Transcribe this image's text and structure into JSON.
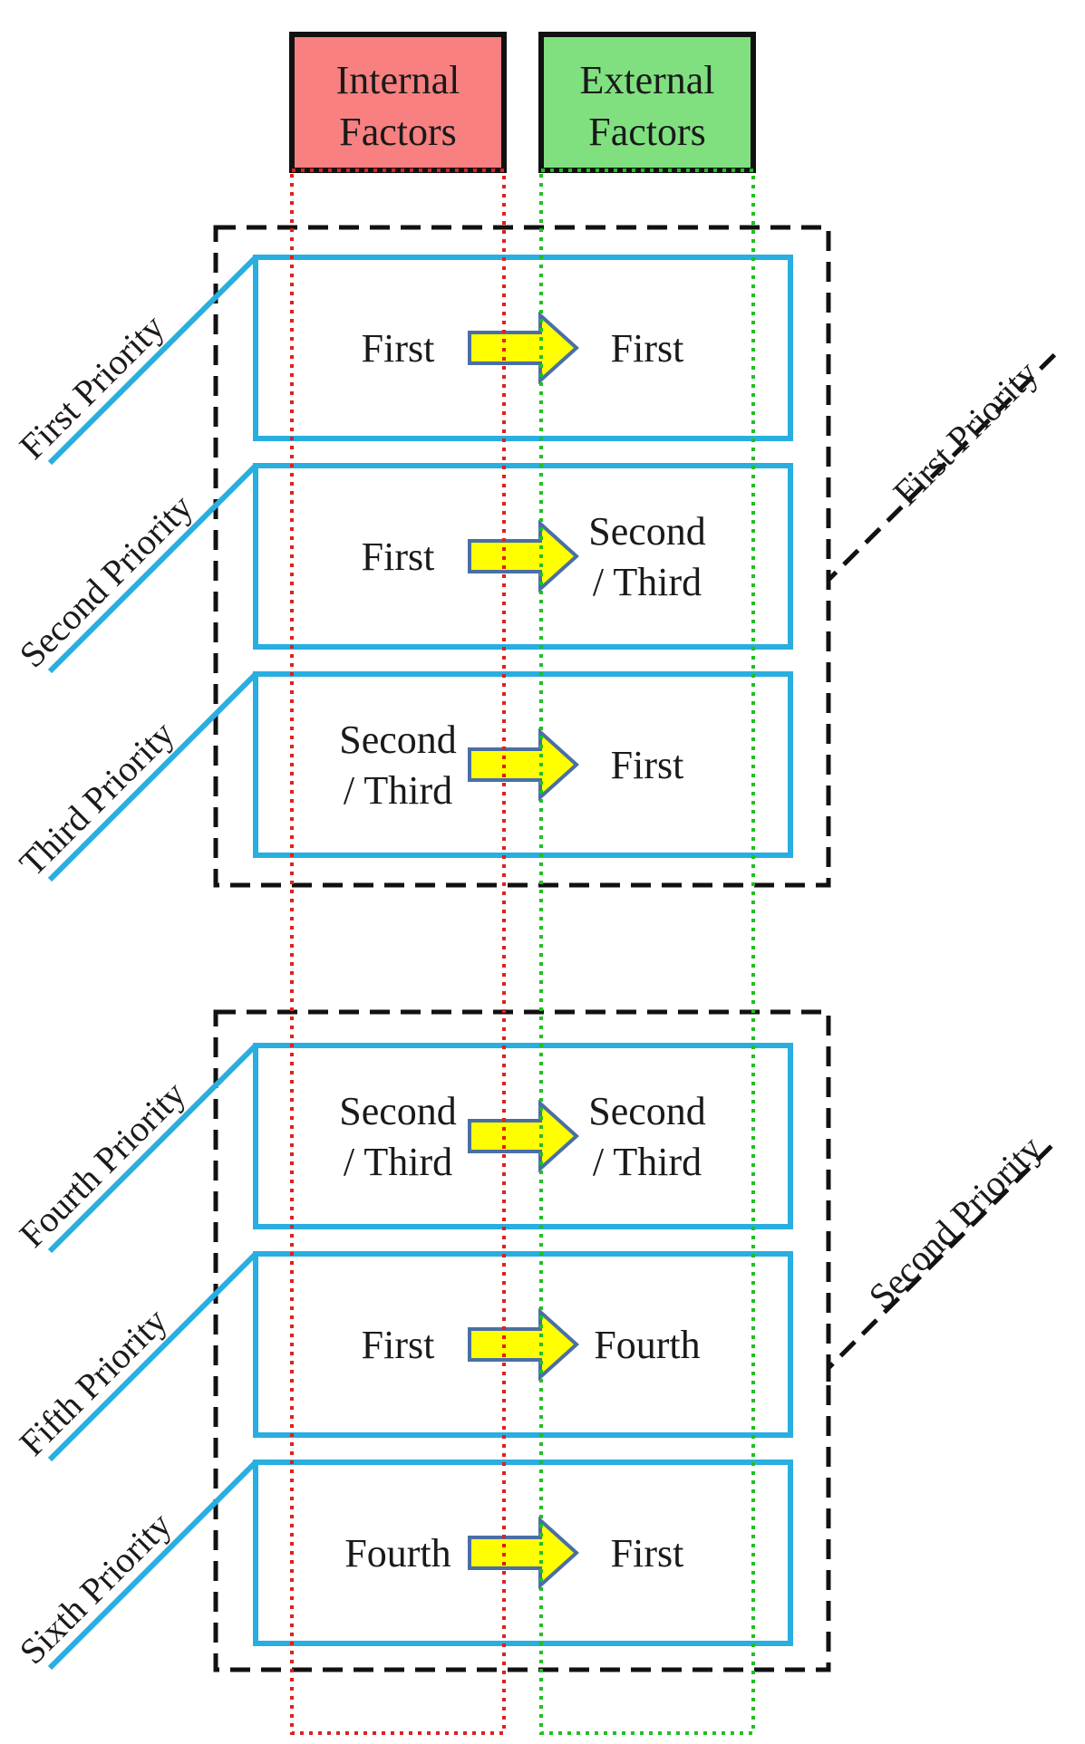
{
  "headers": {
    "internal": {
      "line1": "Internal",
      "line2": "Factors",
      "color": "#f88080"
    },
    "external": {
      "line1": "External",
      "line2": "Factors",
      "color": "#80e080"
    }
  },
  "rows": [
    {
      "priority": "First Priority",
      "internal": [
        "First"
      ],
      "external": [
        "First"
      ]
    },
    {
      "priority": "Second Priority",
      "internal": [
        "First"
      ],
      "external": [
        "Second",
        "/ Third"
      ]
    },
    {
      "priority": "Third Priority",
      "internal": [
        "Second",
        "/ Third"
      ],
      "external": [
        "First"
      ]
    },
    {
      "priority": "Fourth Priority",
      "internal": [
        "Second",
        "/ Third"
      ],
      "external": [
        "Second",
        "/ Third"
      ]
    },
    {
      "priority": "Fifth Priority",
      "internal": [
        "First"
      ],
      "external": [
        "Fourth"
      ]
    },
    {
      "priority": "Sixth Priority",
      "internal": [
        "Fourth"
      ],
      "external": [
        "First"
      ]
    }
  ],
  "groups": [
    {
      "label": "First Priority"
    },
    {
      "label": "Second Priority"
    }
  ],
  "colors": {
    "row_border": "#29aee0",
    "arrow_fill": "#ffff00",
    "arrow_stroke": "#4a6fa5",
    "internal_line": "#e02020",
    "external_line": "#20c020",
    "group_border": "#111111"
  }
}
